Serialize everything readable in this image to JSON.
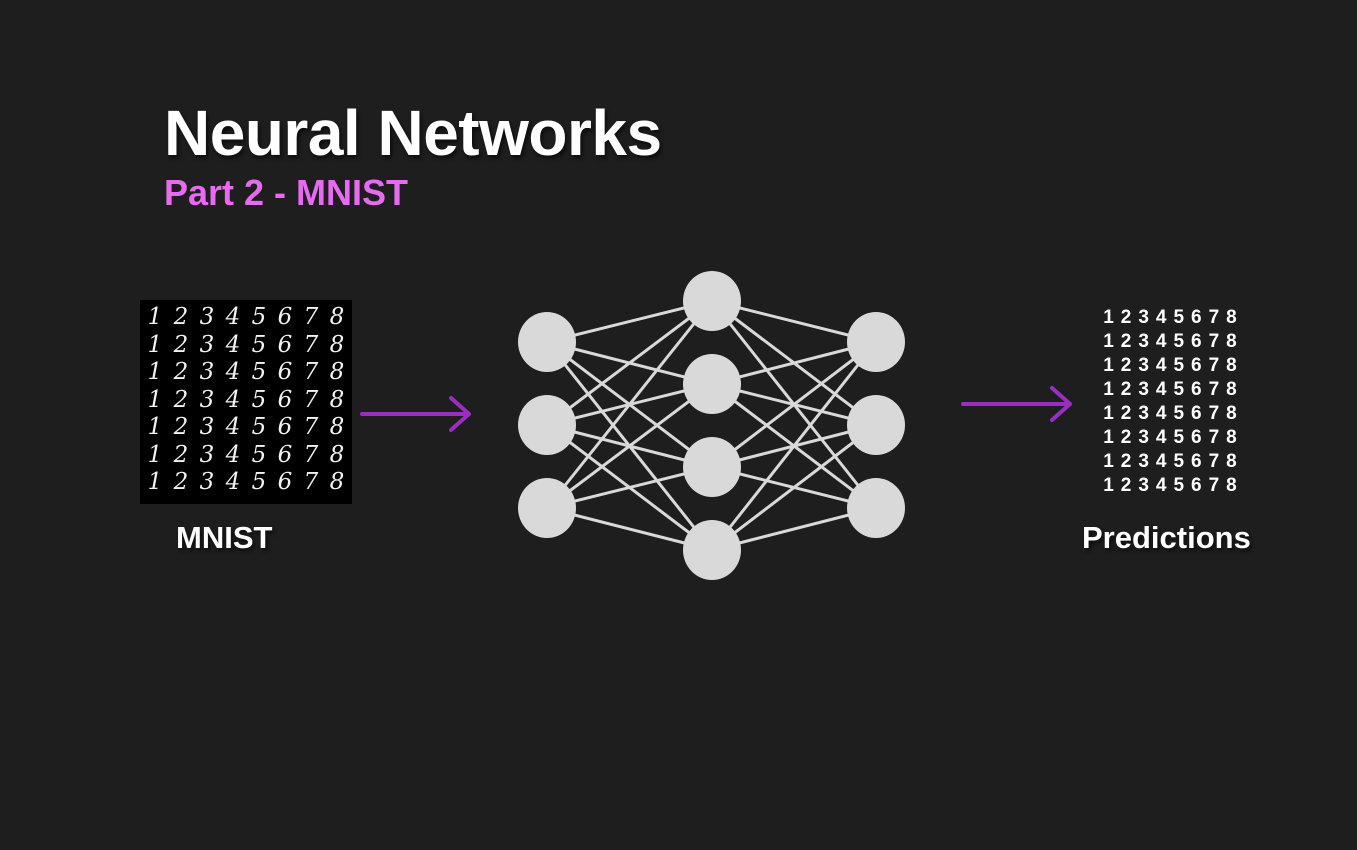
{
  "header": {
    "title": "Neural Networks",
    "subtitle": "Part 2 - MNIST"
  },
  "input": {
    "label": "MNIST",
    "digits": [
      "1",
      "2",
      "3",
      "4",
      "5",
      "6",
      "7",
      "8"
    ],
    "row_count": 7
  },
  "output": {
    "label": "Predictions",
    "digits": [
      "1",
      "2",
      "3",
      "4",
      "5",
      "6",
      "7",
      "8"
    ],
    "row_count": 8
  },
  "network": {
    "layers": [
      3,
      4,
      3
    ]
  },
  "colors": {
    "background": "#1e1e1e",
    "accent": "#9b2dc2",
    "subtitle": "#e66bf0",
    "node": "#d9d9d9",
    "edge": "#d9d9d9"
  },
  "icons": [
    "arrow-right-icon",
    "arrow-right-icon"
  ]
}
